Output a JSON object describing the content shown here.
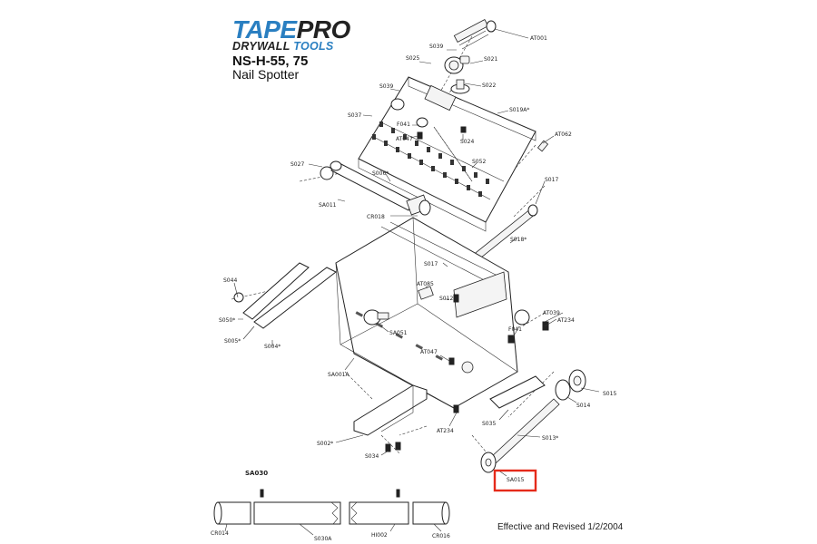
{
  "brand": {
    "tape": "TAPE",
    "pro": "PRO",
    "drywall": "DRYWALL",
    "tools": "TOOLS"
  },
  "model": "NS-H-55, 75",
  "subtitle": "Nail Spotter",
  "footer": "Effective and Revised 1/2/2004",
  "highlight_color": "#e52a1a",
  "parts": {
    "AT001": "AT001",
    "S039a": "S039",
    "S025": "S025",
    "S021": "S021",
    "S022": "S022",
    "S039b": "S039",
    "S037": "S037",
    "F041a": "F041",
    "AT047a": "AT047",
    "S024": "S024",
    "S019A": "S019A*",
    "AT062": "AT062",
    "S052": "S052",
    "S027": "S027",
    "S006": "S006*",
    "SA011": "SA011",
    "CR018": "CR018",
    "S017a": "S017",
    "S018": "S018*",
    "S017b": "S017",
    "S044": "S044",
    "AT085": "AT085",
    "S012": "S012*",
    "S050": "S050*",
    "S005": "S005*",
    "S004": "S004*",
    "SA051": "SA051",
    "AT039": "AT039",
    "AT234a": "AT234",
    "F041b": "F041",
    "SA001A": "SA001A",
    "AT047b": "AT047",
    "S015": "S015",
    "S014": "S014",
    "S035": "S035",
    "AT234b": "AT234",
    "S013": "S013*",
    "S002": "S002*",
    "S034": "S034",
    "SA015": "SA015",
    "SA030": "SA030",
    "CR014": "CR014",
    "S030A": "S030A",
    "HI002": "HI002",
    "CR016": "CR016"
  }
}
